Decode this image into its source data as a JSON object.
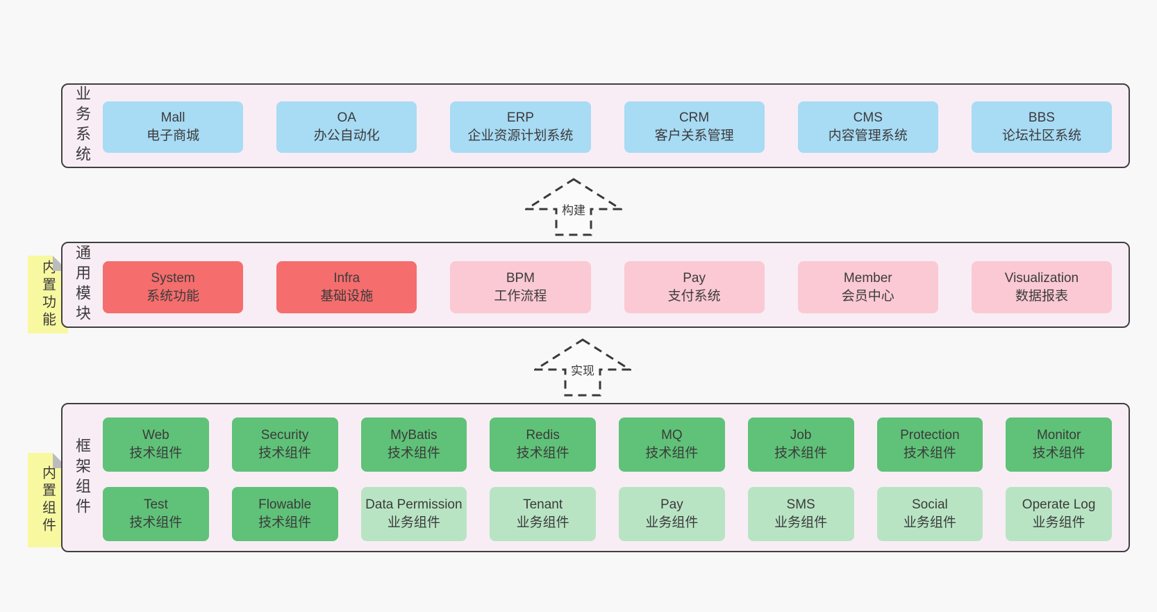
{
  "colors": {
    "page-bg": "#f8f8f8",
    "band-bg": "#f8edf5",
    "band-border": "#3f3f3f",
    "box-blue": "#a8dbf4",
    "box-red": "#f56d6d",
    "box-pink": "#fbc9d3",
    "box-green": "#5fc278",
    "box-green-light": "#b8e4c4",
    "note-bg": "#f8f8a0",
    "note-fold": "#bcbcbe",
    "arrow-fill": "#fbfbfb",
    "text": "#3b3b3b"
  },
  "arrows": [
    {
      "label": "构建"
    },
    {
      "label": "实现"
    }
  ],
  "bands": [
    {
      "label": "业务系统",
      "boxes": [
        {
          "name": "Mall",
          "subtitle": "电子商城",
          "variant": "blue"
        },
        {
          "name": "OA",
          "subtitle": "办公自动化",
          "variant": "blue"
        },
        {
          "name": "ERP",
          "subtitle": "企业资源计划系统",
          "variant": "blue"
        },
        {
          "name": "CRM",
          "subtitle": "客户关系管理",
          "variant": "blue"
        },
        {
          "name": "CMS",
          "subtitle": "内容管理系统",
          "variant": "blue"
        },
        {
          "name": "BBS",
          "subtitle": "论坛社区系统",
          "variant": "blue"
        }
      ]
    },
    {
      "label": "通用模块",
      "note": "内置功能",
      "boxes": [
        {
          "name": "System",
          "subtitle": "系统功能",
          "variant": "red"
        },
        {
          "name": "Infra",
          "subtitle": "基础设施",
          "variant": "red"
        },
        {
          "name": "BPM",
          "subtitle": "工作流程",
          "variant": "pink"
        },
        {
          "name": "Pay",
          "subtitle": "支付系统",
          "variant": "pink"
        },
        {
          "name": "Member",
          "subtitle": "会员中心",
          "variant": "pink"
        },
        {
          "name": "Visualization",
          "subtitle": "数据报表",
          "variant": "pink"
        }
      ]
    },
    {
      "label": "框架组件",
      "note": "内置组件",
      "rows": [
        [
          {
            "name": "Web",
            "subtitle": "技术组件",
            "variant": "green"
          },
          {
            "name": "Security",
            "subtitle": "技术组件",
            "variant": "green"
          },
          {
            "name": "MyBatis",
            "subtitle": "技术组件",
            "variant": "green"
          },
          {
            "name": "Redis",
            "subtitle": "技术组件",
            "variant": "green"
          },
          {
            "name": "MQ",
            "subtitle": "技术组件",
            "variant": "green"
          },
          {
            "name": "Job",
            "subtitle": "技术组件",
            "variant": "green"
          },
          {
            "name": "Protection",
            "subtitle": "技术组件",
            "variant": "green"
          },
          {
            "name": "Monitor",
            "subtitle": "技术组件",
            "variant": "green"
          }
        ],
        [
          {
            "name": "Test",
            "subtitle": "技术组件",
            "variant": "green"
          },
          {
            "name": "Flowable",
            "subtitle": "技术组件",
            "variant": "green"
          },
          {
            "name": "Data Permission",
            "subtitle": "业务组件",
            "variant": "green-light"
          },
          {
            "name": "Tenant",
            "subtitle": "业务组件",
            "variant": "green-light"
          },
          {
            "name": "Pay",
            "subtitle": "业务组件",
            "variant": "green-light"
          },
          {
            "name": "SMS",
            "subtitle": "业务组件",
            "variant": "green-light"
          },
          {
            "name": "Social",
            "subtitle": "业务组件",
            "variant": "green-light"
          },
          {
            "name": "Operate Log",
            "subtitle": "业务组件",
            "variant": "green-light"
          }
        ]
      ]
    }
  ]
}
